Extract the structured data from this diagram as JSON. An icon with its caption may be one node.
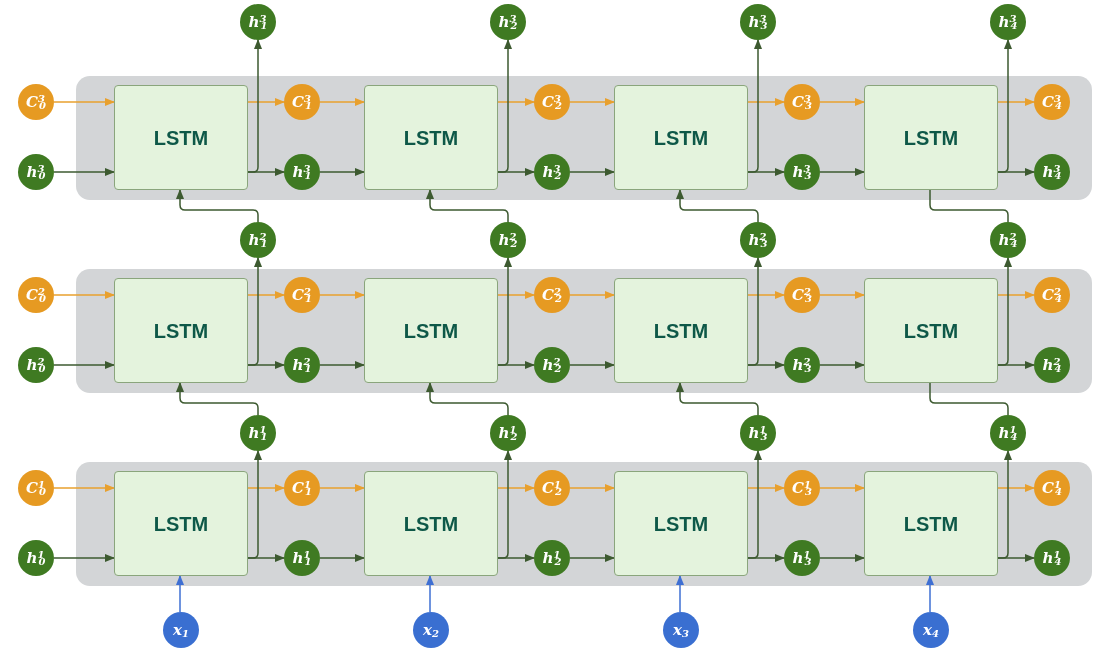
{
  "diagram": {
    "nodes": [
      {
        "text": [
          "h$^{3}$$_{1}$"
        ]
      },
      {
        "text": [
          "h$^{3}$$_{2}$"
        ]
      },
      {
        "text": [
          "h$^{3}$$_{3}$"
        ]
      },
      {
        "text": [
          "h$^{3}$$_{4}$"
        ]
      },
      {
        "text": [],
        "shape": "box"
      },
      {
        "text": [
          "C$^{3}$$_{0}$"
        ]
      },
      {
        "text": [
          "h$^{3}$$_{0}$"
        ]
      },
      {
        "text": [
          "LSTM"
        ],
        "in": 4
      },
      {
        "text": [
          "C$^{3}$$_{1}$"
        ],
        "in": 4
      },
      {
        "text": [
          "h$^{3}$$_{1}$"
        ],
        "in": 4
      },
      {
        "text": [
          "LSTM"
        ],
        "in": 4
      },
      {
        "text": [
          "C$^{3}$$_{2}$"
        ],
        "in": 4
      },
      {
        "text": [
          "h$^{3}$$_{2}$"
        ],
        "in": 4
      },
      {
        "text": [
          "LSTM"
        ],
        "in": 4
      },
      {
        "text": [
          "C$^{3}$$_{3}$"
        ],
        "in": 4
      },
      {
        "text": [
          "h$^{3}$$_{3}$"
        ],
        "in": 4
      },
      {
        "text": [
          "LSTM"
        ],
        "in": 4
      },
      {
        "text": [
          "C$^{3}$$_{4}$"
        ],
        "in": 4
      },
      {
        "text": [
          "h$^{3}$$_{4}$"
        ],
        "in": 4
      },
      {
        "text": [
          "h$^{2}$$_{1}$"
        ]
      },
      {
        "text": [
          "h$^{2}$$_{2}$"
        ]
      },
      {
        "text": [
          "h$^{2}$$_{3}$"
        ]
      },
      {
        "text": [
          "h$^{2}$$_{4}$"
        ]
      },
      {
        "text": [],
        "shape": "box"
      },
      {
        "text": [
          "C$^{2}$$_{0}$"
        ]
      },
      {
        "text": [
          "h$^{2}$$_{0}$"
        ]
      },
      {
        "text": [
          "LSTM"
        ],
        "in": 23
      },
      {
        "text": [
          "C$^{2}$$_{1}$"
        ],
        "in": 23
      },
      {
        "text": [
          "h$^{2}$$_{1}$"
        ],
        "in": 23
      },
      {
        "text": [
          "LSTM"
        ],
        "in": 23
      },
      {
        "text": [
          "C$^{2}$$_{2}$"
        ],
        "in": 23
      },
      {
        "text": [
          "h$^{2}$$_{2}$"
        ],
        "in": 23
      },
      {
        "text": [
          "LSTM"
        ],
        "in": 23
      },
      {
        "text": [
          "C$^{2}$$_{3}$"
        ],
        "in": 23
      },
      {
        "text": [
          "h$^{2}$$_{3}$"
        ],
        "in": 23
      },
      {
        "text": [
          "LSTM"
        ],
        "in": 23
      },
      {
        "text": [
          "C$^{2}$$_{4}$"
        ],
        "in": 23
      },
      {
        "text": [
          "h$^{2}$$_{4}$"
        ],
        "in": 23
      },
      {
        "text": [
          "h$^{1}$$_{1}$"
        ]
      },
      {
        "text": [
          "h$^{1}$$_{2}$"
        ]
      },
      {
        "text": [
          "h$^{1}$$_{3}$"
        ]
      },
      {
        "text": [
          "h$^{1}$$_{4}$"
        ]
      },
      {
        "text": [],
        "shape": "box"
      },
      {
        "text": [
          "C$^{1}$$_{0}$"
        ]
      },
      {
        "text": [
          "h$^{1}$$_{0}$"
        ]
      },
      {
        "text": [
          "LSTM"
        ],
        "in": 42
      },
      {
        "text": [
          "C$^{1}$$_{1}$"
        ],
        "in": 42
      },
      {
        "text": [
          "h$^{1}$$_{1}$"
        ],
        "in": 42
      },
      {
        "text": [
          "LSTM"
        ],
        "in": 42
      },
      {
        "text": [
          "C$^{1}$$_{2}$"
        ],
        "in": 42
      },
      {
        "text": [
          "h$^{1}$$_{2}$"
        ],
        "in": 42
      },
      {
        "text": [
          "LSTM"
        ],
        "in": 42
      },
      {
        "text": [
          "C$^{1}$$_{3}$"
        ],
        "in": 42
      },
      {
        "text": [
          "h$^{1}$$_{3}$"
        ],
        "in": 42
      },
      {
        "text": [
          "LSTM"
        ],
        "in": 42
      },
      {
        "text": [
          "C$^{1}$$_{4}$"
        ],
        "in": 42
      },
      {
        "text": [
          "h$^{1}$$_{4}$"
        ],
        "in": 42
      },
      {
        "text": [
          "x$_{1}$"
        ]
      },
      {
        "text": [
          "x$_{2}$"
        ]
      },
      {
        "text": [
          "x$_{3}$"
        ]
      },
      {
        "text": [
          "x$_{4}$"
        ]
      }
    ],
    "edges": [
      {
        "from": 5,
        "to": 7,
        "arrow": "to",
        "color": "#e8a02e"
      },
      {
        "from": 7,
        "to": 8,
        "arrow": "to",
        "color": "#e8a02e"
      },
      {
        "from": 8,
        "to": 10,
        "arrow": "to",
        "color": "#e8a02e"
      },
      {
        "from": 10,
        "to": 11,
        "arrow": "to",
        "color": "#e8a02e"
      },
      {
        "from": 11,
        "to": 13,
        "arrow": "to",
        "color": "#e8a02e"
      },
      {
        "from": 13,
        "to": 14,
        "arrow": "to",
        "color": "#e8a02e"
      },
      {
        "from": 14,
        "to": 16,
        "arrow": "to",
        "color": "#e8a02e"
      },
      {
        "from": 16,
        "to": 17,
        "arrow": "to",
        "color": "#e8a02e"
      },
      {
        "from": 6,
        "to": 7,
        "arrow": "to"
      },
      {
        "from": 7,
        "to": 9,
        "arrow": "to"
      },
      {
        "from": 9,
        "to": 10,
        "arrow": "to"
      },
      {
        "from": 10,
        "to": 12,
        "arrow": "to"
      },
      {
        "from": 12,
        "to": 13,
        "arrow": "to"
      },
      {
        "from": 13,
        "to": 15,
        "arrow": "to"
      },
      {
        "from": 15,
        "to": 16,
        "arrow": "to"
      },
      {
        "from": 16,
        "to": 18,
        "arrow": "to"
      },
      {
        "from": 7,
        "to": 0,
        "arrow": "to"
      },
      {
        "from": 10,
        "to": 1,
        "arrow": "to"
      },
      {
        "from": 13,
        "to": 2,
        "arrow": "to"
      },
      {
        "from": 16,
        "to": 3,
        "arrow": "to"
      },
      {
        "from": 24,
        "to": 26,
        "arrow": "to",
        "color": "#e8a02e"
      },
      {
        "from": 26,
        "to": 27,
        "arrow": "to",
        "color": "#e8a02e"
      },
      {
        "from": 27,
        "to": 29,
        "arrow": "to",
        "color": "#e8a02e"
      },
      {
        "from": 29,
        "to": 30,
        "arrow": "to",
        "color": "#e8a02e"
      },
      {
        "from": 30,
        "to": 32,
        "arrow": "to",
        "color": "#e8a02e"
      },
      {
        "from": 32,
        "to": 33,
        "arrow": "to",
        "color": "#e8a02e"
      },
      {
        "from": 33,
        "to": 35,
        "arrow": "to",
        "color": "#e8a02e"
      },
      {
        "from": 35,
        "to": 36,
        "arrow": "to",
        "color": "#e8a02e"
      },
      {
        "from": 25,
        "to": 26,
        "arrow": "to"
      },
      {
        "from": 26,
        "to": 28,
        "arrow": "to"
      },
      {
        "from": 28,
        "to": 29,
        "arrow": "to"
      },
      {
        "from": 29,
        "to": 31,
        "arrow": "to"
      },
      {
        "from": 31,
        "to": 32,
        "arrow": "to"
      },
      {
        "from": 32,
        "to": 34,
        "arrow": "to"
      },
      {
        "from": 34,
        "to": 35,
        "arrow": "to"
      },
      {
        "from": 35,
        "to": 37,
        "arrow": "to"
      },
      {
        "from": 26,
        "to": 19,
        "arrow": "to"
      },
      {
        "from": 29,
        "to": 20,
        "arrow": "to"
      },
      {
        "from": 32,
        "to": 21,
        "arrow": "to"
      },
      {
        "from": 35,
        "to": 22,
        "arrow": "to"
      },
      {
        "from": 43,
        "to": 45,
        "arrow": "to",
        "color": "#e8a02e"
      },
      {
        "from": 45,
        "to": 46,
        "arrow": "to",
        "color": "#e8a02e"
      },
      {
        "from": 46,
        "to": 48,
        "arrow": "to",
        "color": "#e8a02e"
      },
      {
        "from": 48,
        "to": 49,
        "arrow": "to",
        "color": "#e8a02e"
      },
      {
        "from": 49,
        "to": 51,
        "arrow": "to",
        "color": "#e8a02e"
      },
      {
        "from": 51,
        "to": 52,
        "arrow": "to",
        "color": "#e8a02e"
      },
      {
        "from": 52,
        "to": 54,
        "arrow": "to",
        "color": "#e8a02e"
      },
      {
        "from": 54,
        "to": 55,
        "arrow": "to",
        "color": "#e8a02e"
      },
      {
        "from": 44,
        "to": 45,
        "arrow": "to"
      },
      {
        "from": 45,
        "to": 47,
        "arrow": "to"
      },
      {
        "from": 47,
        "to": 48,
        "arrow": "to"
      },
      {
        "from": 48,
        "to": 50,
        "arrow": "to"
      },
      {
        "from": 50,
        "to": 51,
        "arrow": "to"
      },
      {
        "from": 51,
        "to": 53,
        "arrow": "to"
      },
      {
        "from": 53,
        "to": 54,
        "arrow": "to"
      },
      {
        "from": 54,
        "to": 56,
        "arrow": "to"
      },
      {
        "from": 45,
        "to": 38,
        "arrow": "to"
      },
      {
        "from": 48,
        "to": 39,
        "arrow": "to"
      },
      {
        "from": 51,
        "to": 40,
        "arrow": "to"
      },
      {
        "from": 54,
        "to": 41,
        "arrow": "to"
      },
      {
        "from": 19,
        "to": 7,
        "arrow": "to"
      },
      {
        "from": 20,
        "to": 10,
        "arrow": "to"
      },
      {
        "from": 21,
        "to": 13,
        "arrow": "to"
      },
      {
        "from": 22,
        "to": 16,
        "arrow": "none"
      },
      {
        "from": 38,
        "to": 26,
        "arrow": "to"
      },
      {
        "from": 39,
        "to": 29,
        "arrow": "to"
      },
      {
        "from": 40,
        "to": 32,
        "arrow": "to"
      },
      {
        "from": 41,
        "to": 35,
        "arrow": "none"
      },
      {
        "from": 57,
        "to": 45,
        "arrow": "to",
        "color": "#3e6fd3"
      },
      {
        "from": 58,
        "to": 48,
        "arrow": "to",
        "color": "#3e6fd3"
      },
      {
        "from": 59,
        "to": 51,
        "arrow": "to",
        "color": "#3e6fd3"
      },
      {
        "from": 60,
        "to": 54,
        "arrow": "to",
        "color": "#3e6fd3"
      }
    ]
  }
}
